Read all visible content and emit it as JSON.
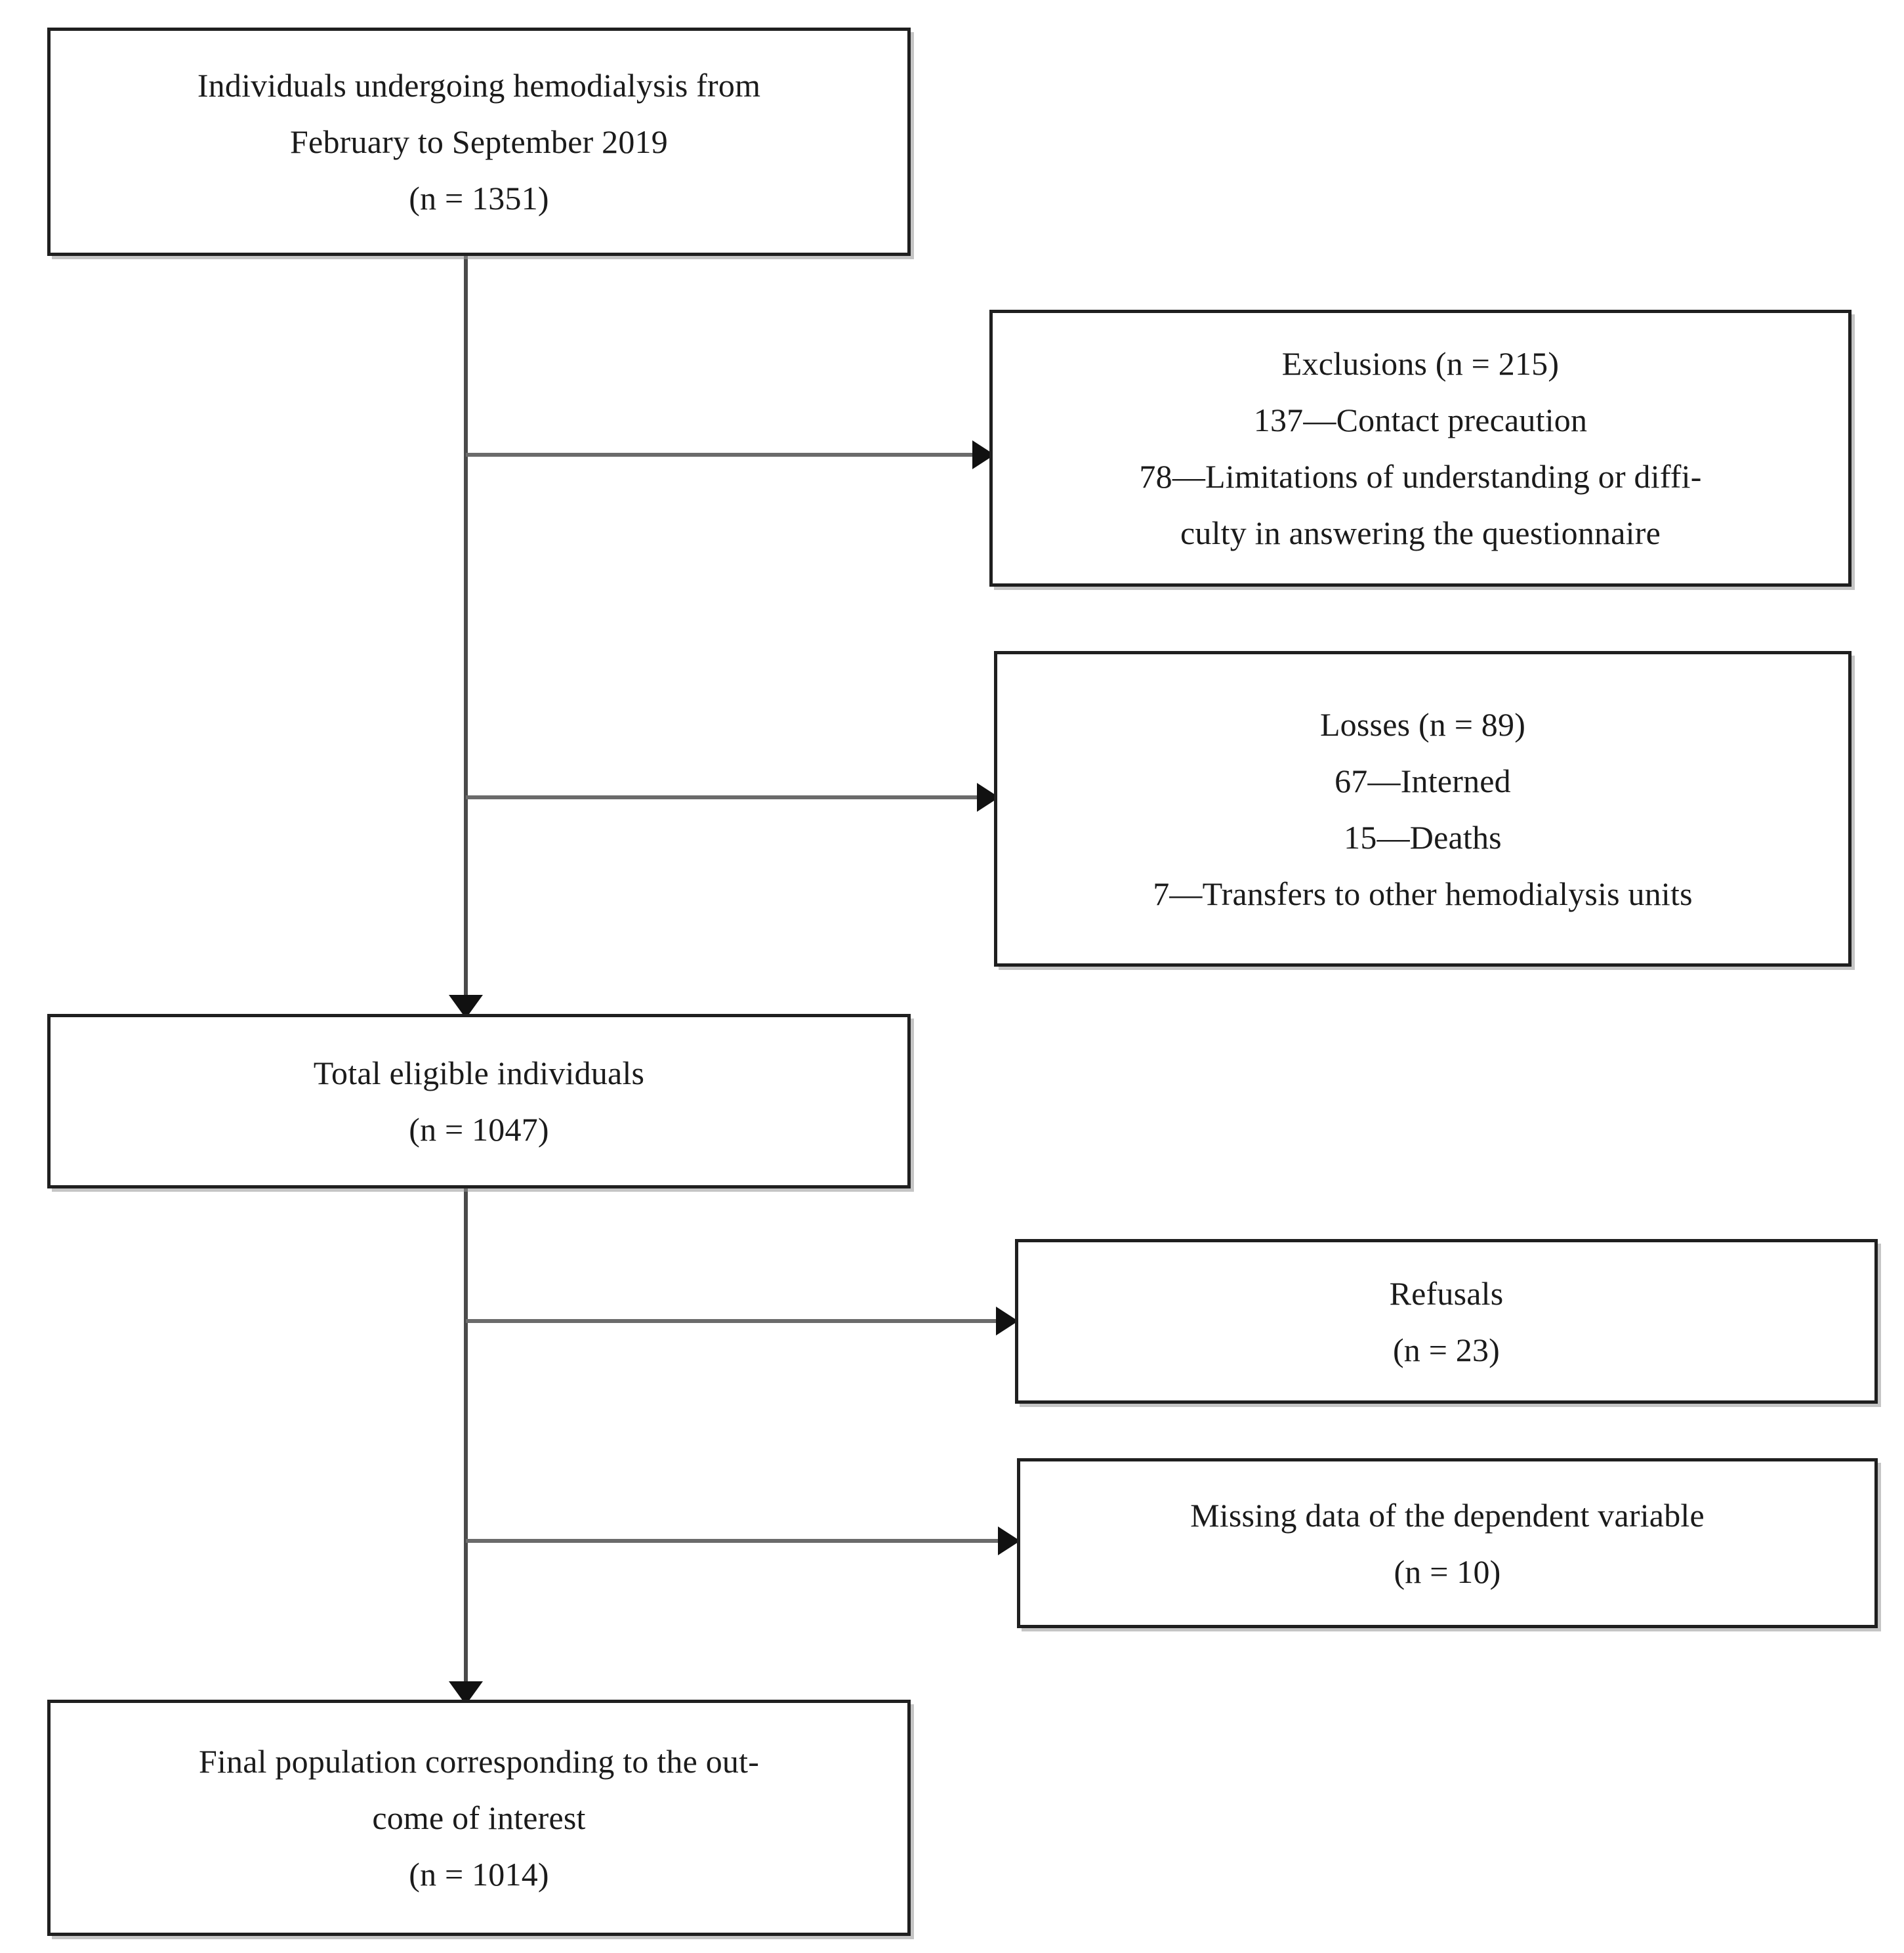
{
  "diagram": {
    "type": "participant-flow-diagram",
    "title": "",
    "colors": {
      "box_border": "#1f1f1f",
      "connector": "#4a4a4a",
      "arrowhead": "#111111",
      "text": "#1b1b1b",
      "background": "#ffffff"
    },
    "nodes": {
      "source": {
        "name": "source-population",
        "lines": [
          "Individuals undergoing hemodialysis from",
          "February to September 2019",
          "(n = 1351)"
        ],
        "count": 1351
      },
      "exclusions": {
        "name": "exclusions",
        "lines": [
          "Exclusions (n = 215)",
          "137—Contact precaution",
          "78—Limitations of understanding or diffi-",
          "culty in answering the questionnaire"
        ],
        "count": 215,
        "reasons": [
          {
            "n": 137,
            "label": "Contact precaution"
          },
          {
            "n": 78,
            "label": "Limitations of understanding or difficulty in answering the questionnaire"
          }
        ]
      },
      "losses": {
        "name": "losses",
        "lines": [
          "Losses (n = 89)",
          "67—Interned",
          "15—Deaths",
          "7—Transfers to other hemodialysis units"
        ],
        "count": 89,
        "reasons": [
          {
            "n": 67,
            "label": "Interned"
          },
          {
            "n": 15,
            "label": "Deaths"
          },
          {
            "n": 7,
            "label": "Transfers to other hemodialysis units"
          }
        ]
      },
      "eligible": {
        "name": "total-eligible-individuals",
        "lines": [
          "Total eligible individuals",
          "(n = 1047)"
        ],
        "count": 1047
      },
      "refusals": {
        "name": "refusals",
        "lines": [
          "Refusals",
          "(n = 23)"
        ],
        "count": 23
      },
      "missing": {
        "name": "missing-data",
        "lines": [
          "Missing data of the dependent variable",
          "(n = 10)"
        ],
        "count": 10
      },
      "final": {
        "name": "final-population",
        "lines": [
          "Final population corresponding to the out-",
          "come of interest",
          "(n = 1014)"
        ],
        "count": 1014
      }
    },
    "edges": [
      {
        "from": "source",
        "to": "exclusions",
        "direction": "right"
      },
      {
        "from": "source",
        "to": "losses",
        "direction": "right"
      },
      {
        "from": "source",
        "to": "eligible",
        "direction": "down"
      },
      {
        "from": "eligible",
        "to": "refusals",
        "direction": "right"
      },
      {
        "from": "eligible",
        "to": "missing",
        "direction": "right"
      },
      {
        "from": "eligible",
        "to": "final",
        "direction": "down"
      }
    ]
  }
}
